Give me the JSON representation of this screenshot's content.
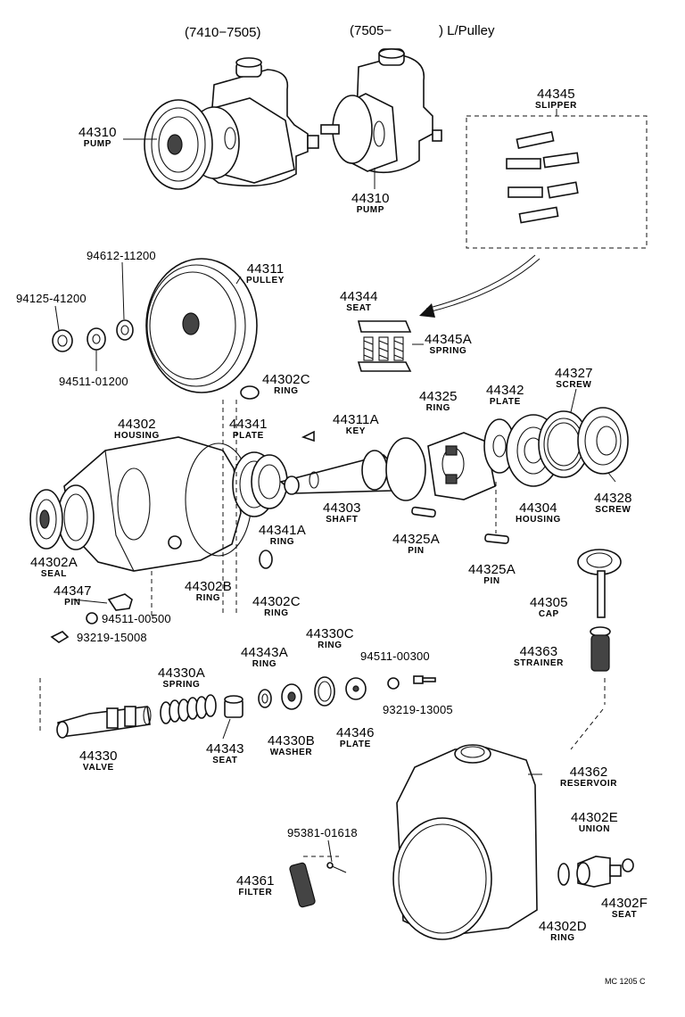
{
  "header": {
    "variant_a": "(7410−7505)",
    "variant_b": "(7505−",
    "variant_b_suffix": ") L/Pulley"
  },
  "parts": [
    {
      "id": "p44310a",
      "number": "44310",
      "name": "PUMP"
    },
    {
      "id": "p44310b",
      "number": "44310",
      "name": "PUMP"
    },
    {
      "id": "p44345",
      "number": "44345",
      "name": "SLIPPER"
    },
    {
      "id": "p94612",
      "number": "94612-11200",
      "name": ""
    },
    {
      "id": "p94125",
      "number": "94125-41200",
      "name": ""
    },
    {
      "id": "p94511a",
      "number": "94511-01200",
      "name": ""
    },
    {
      "id": "p44311",
      "number": "44311",
      "name": "PULLEY"
    },
    {
      "id": "p44344",
      "number": "44344",
      "name": "SEAT"
    },
    {
      "id": "p44345A",
      "number": "44345A",
      "name": "SPRING"
    },
    {
      "id": "p44302C_top",
      "number": "44302C",
      "name": "RING"
    },
    {
      "id": "p44302",
      "number": "44302",
      "name": "HOUSING"
    },
    {
      "id": "p44341",
      "number": "44341",
      "name": "PLATE"
    },
    {
      "id": "p44311A",
      "number": "44311A",
      "name": "KEY"
    },
    {
      "id": "p44325",
      "number": "44325",
      "name": "RING"
    },
    {
      "id": "p44342",
      "number": "44342",
      "name": "PLATE"
    },
    {
      "id": "p44327",
      "number": "44327",
      "name": "SCREW"
    },
    {
      "id": "p44303",
      "number": "44303",
      "name": "SHAFT"
    },
    {
      "id": "p44304",
      "number": "44304",
      "name": "HOUSING"
    },
    {
      "id": "p44328",
      "number": "44328",
      "name": "SCREW"
    },
    {
      "id": "p44341A",
      "number": "44341A",
      "name": "RING"
    },
    {
      "id": "p44325A_a",
      "number": "44325A",
      "name": "PIN"
    },
    {
      "id": "p44325A_b",
      "number": "44325A",
      "name": "PIN"
    },
    {
      "id": "p44302A",
      "number": "44302A",
      "name": "SEAL"
    },
    {
      "id": "p44302B",
      "number": "44302B",
      "name": "RING"
    },
    {
      "id": "p44302C_bot",
      "number": "44302C",
      "name": "RING"
    },
    {
      "id": "p44347",
      "number": "44347",
      "name": "PIN"
    },
    {
      "id": "p94511b",
      "number": "94511-00500",
      "name": ""
    },
    {
      "id": "p93219a",
      "number": "93219-15008",
      "name": ""
    },
    {
      "id": "p44305",
      "number": "44305",
      "name": "CAP"
    },
    {
      "id": "p44363",
      "number": "44363",
      "name": "STRAINER"
    },
    {
      "id": "p44330C",
      "number": "44330C",
      "name": "RING"
    },
    {
      "id": "p44343A",
      "number": "44343A",
      "name": "RING"
    },
    {
      "id": "p94511c",
      "number": "94511-00300",
      "name": ""
    },
    {
      "id": "p44330A",
      "number": "44330A",
      "name": "SPRING"
    },
    {
      "id": "p93219b",
      "number": "93219-13005",
      "name": ""
    },
    {
      "id": "p44330",
      "number": "44330",
      "name": "VALVE"
    },
    {
      "id": "p44343",
      "number": "44343",
      "name": "SEAT"
    },
    {
      "id": "p44330B",
      "number": "44330B",
      "name": "WASHER"
    },
    {
      "id": "p44346",
      "number": "44346",
      "name": "PLATE"
    },
    {
      "id": "p44362",
      "number": "44362",
      "name": "RESERVOIR"
    },
    {
      "id": "p44302E",
      "number": "44302E",
      "name": "UNION"
    },
    {
      "id": "p95381",
      "number": "95381-01618",
      "name": ""
    },
    {
      "id": "p44361",
      "number": "44361",
      "name": "FILTER"
    },
    {
      "id": "p44302F",
      "number": "44302F",
      "name": "SEAT"
    },
    {
      "id": "p44302D",
      "number": "44302D",
      "name": "RING"
    }
  ],
  "footer": {
    "code": "MC 1205 C"
  }
}
